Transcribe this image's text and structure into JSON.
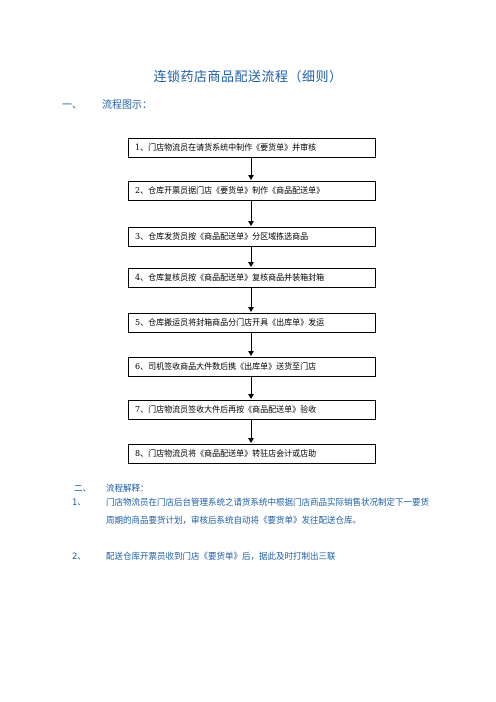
{
  "title": "连锁药店商品配送流程（细则）",
  "section1": {
    "num": "一、",
    "label": "流程图示："
  },
  "flow_steps": [
    "1、门店物流员在请货系统中制作《要货单》并审核",
    "2、仓库开票员据门店《要货单》制作《商品配送单》",
    "3、仓库发货员按《商品配送单》分区域拣选商品",
    "4、仓库复核员按《商品配送单》复核商品并装箱封箱",
    "5、仓库搬运员将封箱商品分门店开具《出库单》发运",
    "6、司机签收商品大件数后携《出库单》送货至门店",
    "7、门店物流员签收大件后再按《商品配送单》验收",
    "8、门店物流员将《商品配送单》转驻店会计或店助"
  ],
  "section2": {
    "num": "二、",
    "label": "流程解释："
  },
  "explanations": [
    {
      "num": "1、",
      "text": "门店物流员在门店后台管理系统之请货系统中根据门店商品实际销售状况制定下一要货周期的商品要货计划，审核后系统自动将《要货单》发往配送仓库。"
    },
    {
      "num": "2、",
      "text": "配送仓库开票员收到门店《要货单》后，据此及时打制出三联"
    }
  ],
  "colors": {
    "heading": "#1f5fa8",
    "box_border": "#000000"
  }
}
